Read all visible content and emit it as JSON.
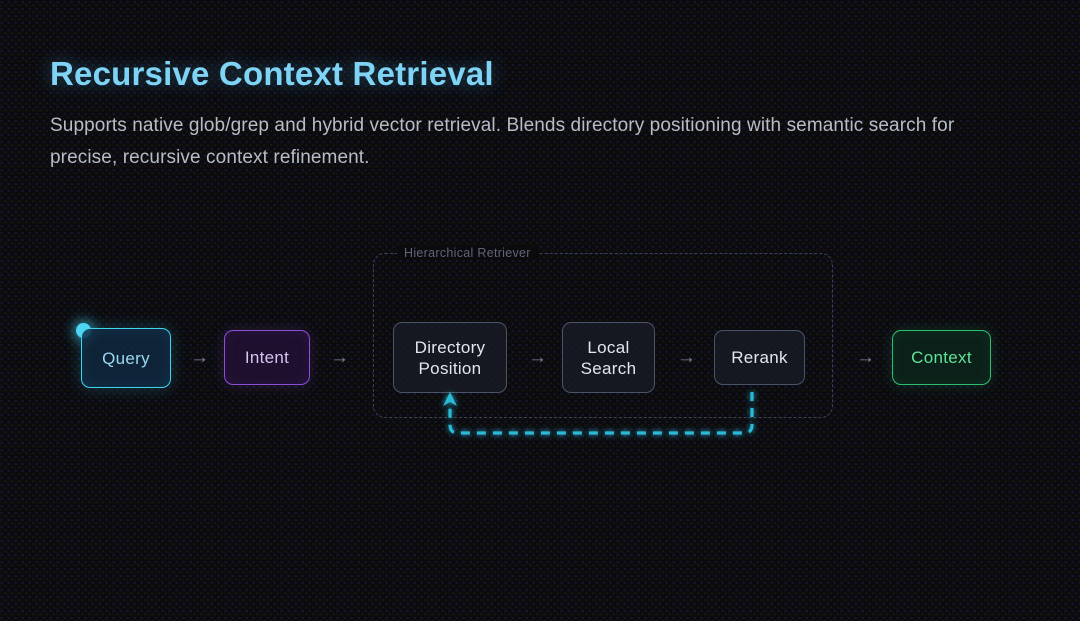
{
  "slide": {
    "title": "Recursive Context Retrieval",
    "subtitle": "Supports native glob/grep and hybrid vector retrieval. Blends directory positioning with semantic search for precise, recursive context refinement.",
    "background_color": "#0b0b0e"
  },
  "diagram": {
    "group": {
      "label": "Hierarchical Retriever",
      "border_color": "#3a4257",
      "border_style": "dashed"
    },
    "nodes": [
      {
        "id": "query",
        "label": "Query",
        "accent": "#3fd3ee",
        "text_color": "#9ad9f2",
        "has_status_dot": true
      },
      {
        "id": "intent",
        "label": "Intent",
        "accent": "#8b4fd6",
        "text_color": "#d7c4f2",
        "has_status_dot": false
      },
      {
        "id": "dirpos",
        "label": "Directory\nPosition",
        "accent": "#4a5468",
        "text_color": "#e3e6ec",
        "has_status_dot": false
      },
      {
        "id": "local",
        "label": "Local\nSearch",
        "accent": "#4a5468",
        "text_color": "#e3e6ec",
        "has_status_dot": false
      },
      {
        "id": "rerank",
        "label": "Rerank",
        "accent": "#4a5468",
        "text_color": "#e3e6ec",
        "has_status_dot": false
      },
      {
        "id": "context",
        "label": "Context",
        "accent": "#2fbd73",
        "text_color": "#5fe39a",
        "has_status_dot": false
      }
    ],
    "arrows": [
      {
        "id": "query-to-intent",
        "glyph": "→"
      },
      {
        "id": "intent-to-dirpos",
        "glyph": "→"
      },
      {
        "id": "dirpos-to-local",
        "glyph": "→"
      },
      {
        "id": "local-to-rerank",
        "glyph": "→"
      },
      {
        "id": "rerank-to-context",
        "glyph": "→"
      }
    ],
    "feedback_loop": {
      "from": "rerank",
      "to": "dirpos",
      "color": "#2ab9d6",
      "style": "dashed"
    },
    "status_dot_color": "#4fd8f5"
  }
}
